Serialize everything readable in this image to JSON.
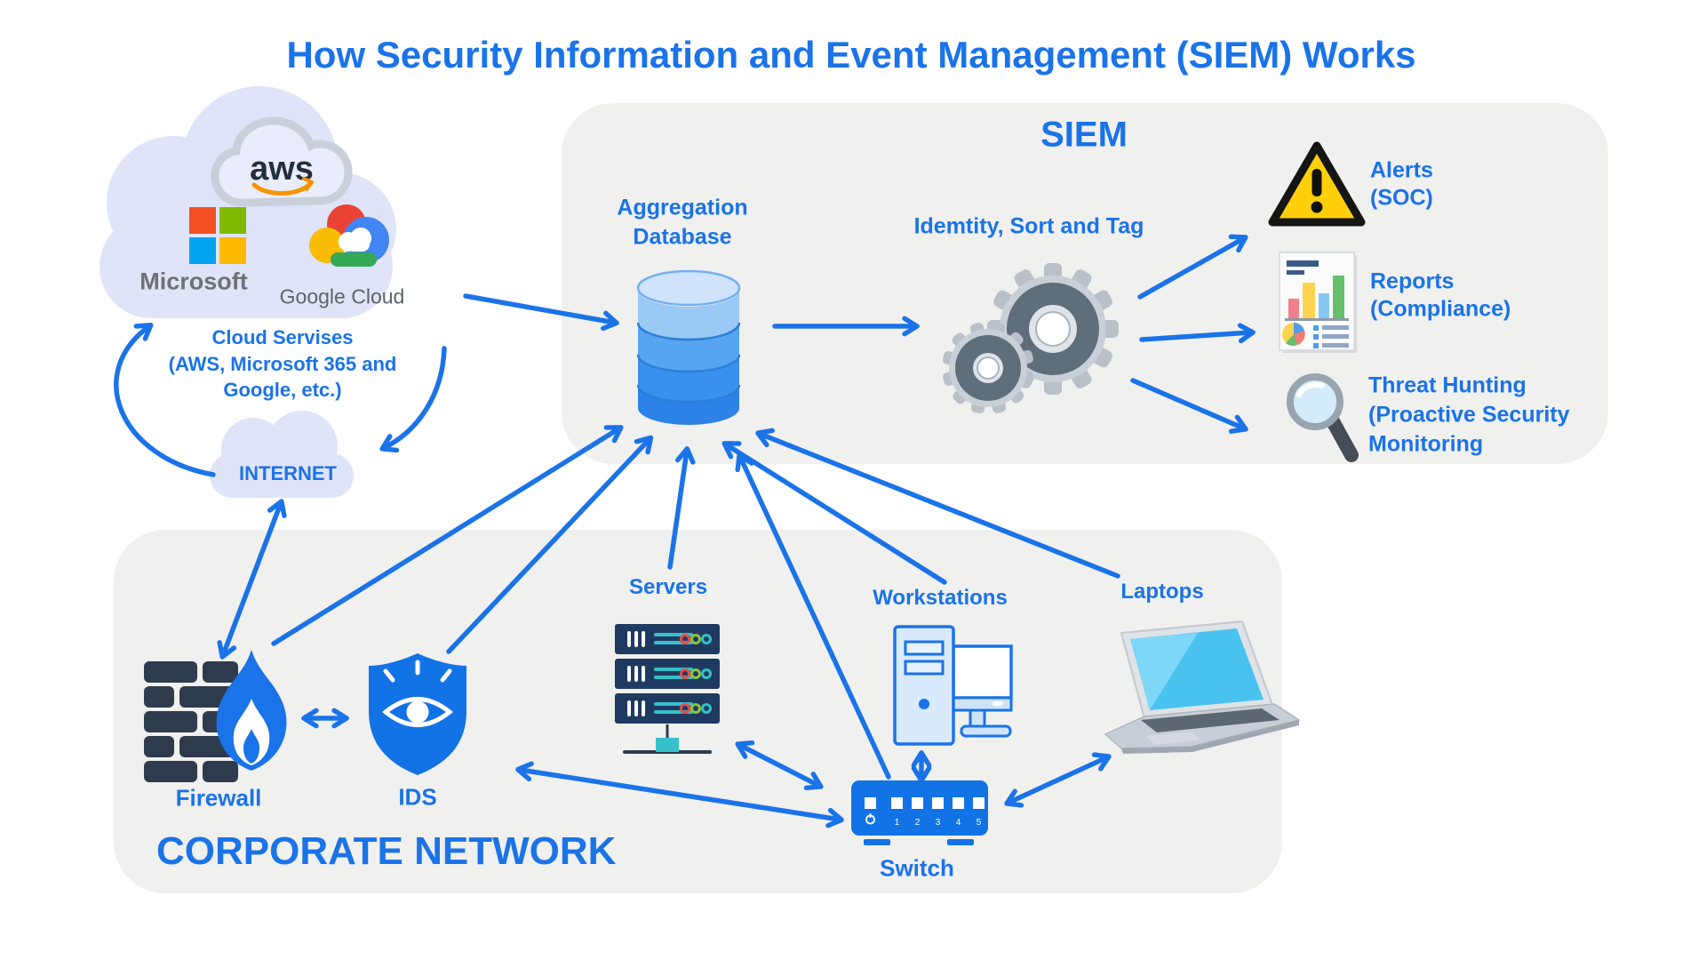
{
  "title": "How Security Information and Event Management (SIEM) Works",
  "cloud_services": {
    "aws_logo": "aws",
    "microsoft_logo": "Microsoft",
    "google_logo": "Google Cloud",
    "caption": [
      "Cloud Servises",
      "(AWS, Microsoft 365 and",
      "Google, etc.)"
    ],
    "internet_label": "INTERNET"
  },
  "siem": {
    "panel_title": "SIEM",
    "database_label": [
      "Aggregation",
      "Database"
    ],
    "process_label": "Idemtity, Sort and Tag",
    "outputs": [
      {
        "icon": "warning-triangle-icon",
        "lines": [
          "Alerts",
          "(SOC)"
        ]
      },
      {
        "icon": "report-icon",
        "lines": [
          "Reports",
          "(Compliance)"
        ]
      },
      {
        "icon": "magnifier-icon",
        "lines": [
          "Threat Hunting",
          "(Proactive Security",
          "Monitoring"
        ]
      }
    ]
  },
  "corporate_network": {
    "panel_title": "CORPORATE NETWORK",
    "firewall_label": "Firewall",
    "ids_label": "IDS",
    "servers_label": "Servers",
    "workstations_label": "Workstations",
    "laptops_label": "Laptops",
    "switch_label": "Switch",
    "switch_ports": [
      "1",
      "2",
      "3",
      "4",
      "5"
    ]
  },
  "colors": {
    "accent_blue": "#1a73e8",
    "panel_gray": "#f0f0ee",
    "cloud_lavender": "#dfe4f9",
    "brick_navy": "#2e3b4d",
    "alert_yellow": "#ffcf0a"
  }
}
